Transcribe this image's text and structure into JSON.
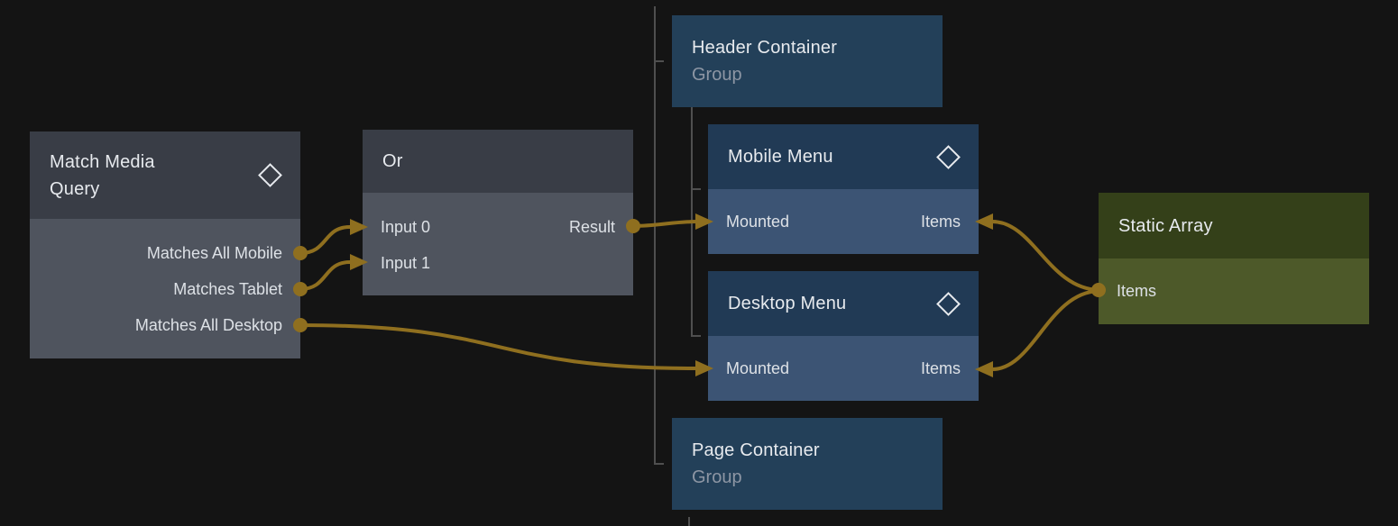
{
  "nodes": {
    "match_media_query": {
      "title": "Match Media Query",
      "outputs": [
        "Matches All Mobile",
        "Matches Tablet",
        "Matches All Desktop"
      ]
    },
    "or": {
      "title": "Or",
      "inputs": [
        "Input 0",
        "Input 1"
      ],
      "outputs": [
        "Result"
      ]
    },
    "header_container": {
      "title": "Header Container",
      "subtitle": "Group"
    },
    "mobile_menu": {
      "title": "Mobile Menu",
      "inputs": [
        "Mounted",
        "Items"
      ]
    },
    "desktop_menu": {
      "title": "Desktop Menu",
      "inputs": [
        "Mounted",
        "Items"
      ]
    },
    "page_container": {
      "title": "Page Container",
      "subtitle": "Group"
    },
    "static_array": {
      "title": "Static Array",
      "outputs": [
        "Items"
      ]
    }
  },
  "connections": [
    {
      "from": "Match Media Query.Matches All Mobile",
      "to": "Or.Input 0"
    },
    {
      "from": "Match Media Query.Matches Tablet",
      "to": "Or.Input 1"
    },
    {
      "from": "Match Media Query.Matches All Desktop",
      "to": "Desktop Menu.Mounted"
    },
    {
      "from": "Or.Result",
      "to": "Mobile Menu.Mounted"
    },
    {
      "from": "Static Array.Items",
      "to": "Mobile Menu.Items"
    },
    {
      "from": "Static Array.Items",
      "to": "Desktop Menu.Items"
    }
  ],
  "hierarchy_lines": [
    {
      "parent": "Header Container",
      "children": [
        "Mobile Menu",
        "Desktop Menu"
      ]
    },
    {
      "parent": "Page Container",
      "children": []
    }
  ],
  "colors": {
    "background": "#141414",
    "wire": "#8f6f1f",
    "tree_line": "#4f4f4f",
    "gray_node_header": "#393d46",
    "gray_node_body": "#4f545e",
    "blue_node_header": "#213a55",
    "blue_node_body": "#3c5474",
    "group_node_fill": "#234059",
    "green_node_header": "#344019",
    "green_node_body": "#4d5929",
    "title_text": "#e7eaee",
    "subtitle_text": "#8d96a4"
  }
}
